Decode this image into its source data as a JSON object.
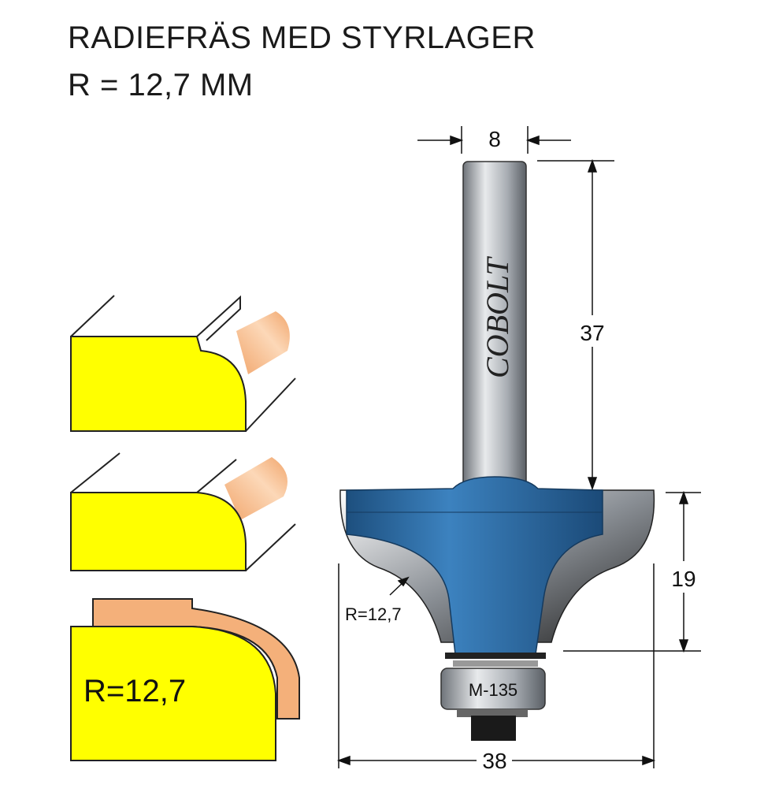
{
  "title": {
    "line1": "RADIEFRÄS MED STYRLAGER",
    "line2": "R = 12,7 MM"
  },
  "dimensions": {
    "shank_diameter": "8",
    "shank_length": "37",
    "cut_height": "19",
    "cut_diameter": "38",
    "radius_label": "R=12,7"
  },
  "bit": {
    "brand_logo": "COBOLT",
    "bearing_label": "M-135"
  },
  "profile": {
    "radius_label": "R=12,7"
  },
  "colors": {
    "wood": "#ffff00",
    "cut": "#f4b07a",
    "body": "#2f6fa8"
  }
}
